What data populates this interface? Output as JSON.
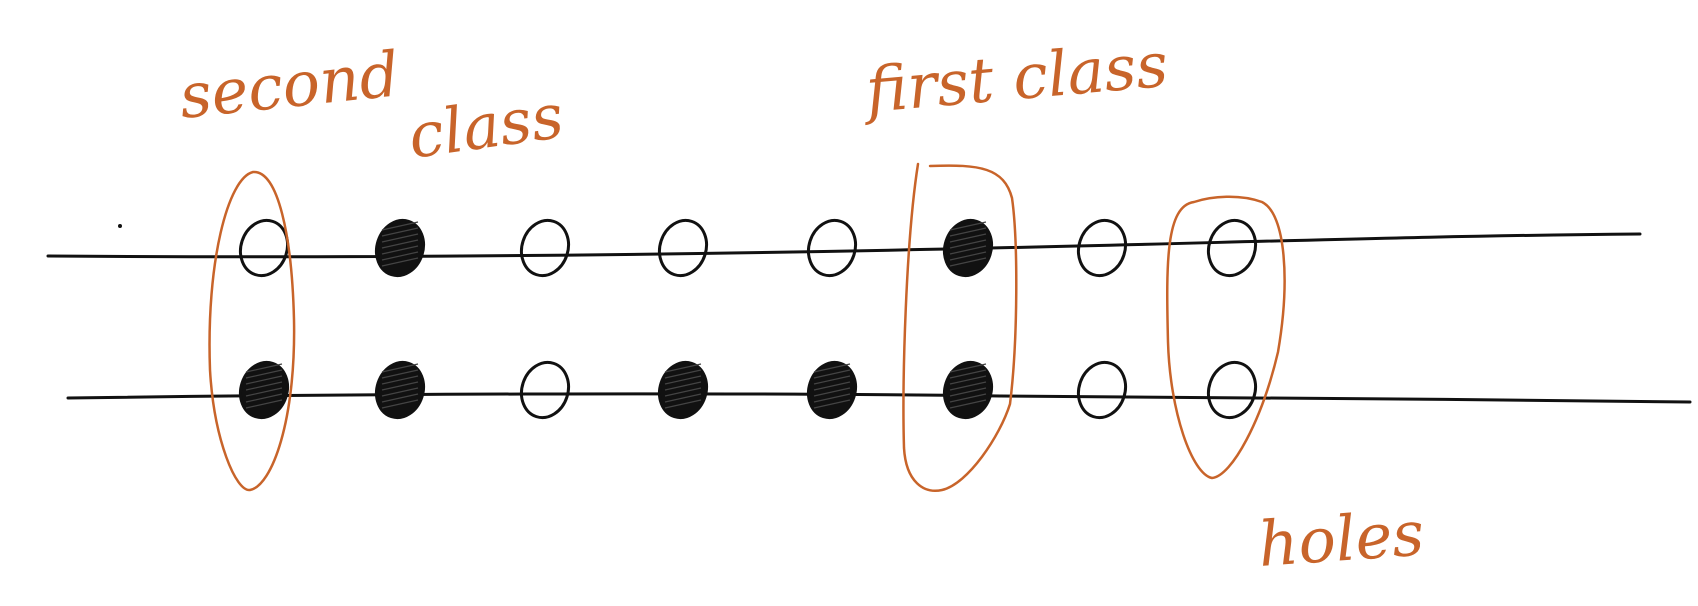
{
  "colors": {
    "ink": "#111111",
    "annotation": "#c8642a",
    "background": "#ffffff"
  },
  "labels": {
    "second_class_line1": "second",
    "second_class_line2": "class",
    "first_class": "first class",
    "holes": "holes"
  },
  "rows": [
    {
      "name": "row-top",
      "sites": [
        "empty",
        "filled",
        "empty",
        "empty",
        "empty",
        "filled",
        "empty",
        "empty"
      ]
    },
    {
      "name": "row-bottom",
      "sites": [
        "filled",
        "filled",
        "empty",
        "filled",
        "filled",
        "filled",
        "empty",
        "empty"
      ]
    }
  ],
  "groups": [
    {
      "name": "second-class-group",
      "column": 0
    },
    {
      "name": "first-class-group",
      "column": 5
    },
    {
      "name": "holes-group",
      "column": 7
    }
  ]
}
